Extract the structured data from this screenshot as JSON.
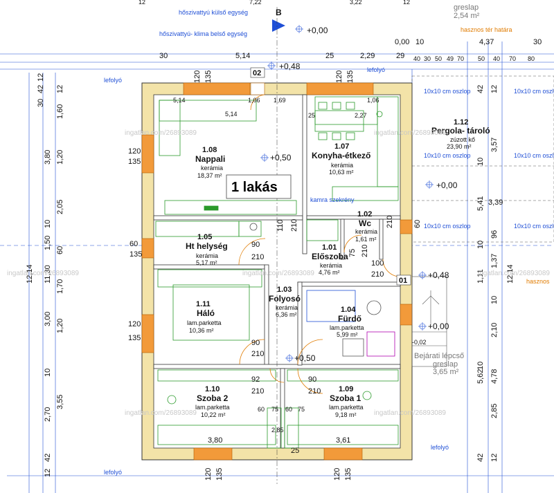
{
  "title": "1 lakás",
  "compass": "B",
  "rooms": [
    {
      "num": "1.08",
      "name": "Nappali",
      "mat": "kerámia",
      "area": "18,37 m²"
    },
    {
      "num": "1.07",
      "name": "Konyha-étkező",
      "mat": "kerámia",
      "area": "10,63 m²"
    },
    {
      "num": "1.05",
      "name": "Ht helység",
      "mat": "kerámia",
      "area": "5,17 m²"
    },
    {
      "num": "1.02",
      "name": "Wc",
      "mat": "kerámia",
      "area": "1,61 m²"
    },
    {
      "num": "1.01",
      "name": "Előszoba",
      "mat": "kerámia",
      "area": "4,76 m²"
    },
    {
      "num": "1.03",
      "name": "Folyosó",
      "mat": "kerámia",
      "area": "6,36 m²"
    },
    {
      "num": "1.04",
      "name": "Fürdő",
      "mat": "lam.parketta",
      "area": "5,99 m²"
    },
    {
      "num": "1.11",
      "name": "Háló",
      "mat": "lam.parketta",
      "area": "10,36 m²"
    },
    {
      "num": "1.10",
      "name": "Szoba 2",
      "mat": "lam.parketta",
      "area": "10,22 m²"
    },
    {
      "num": "1.09",
      "name": "Szoba 1",
      "mat": "lam.parketta",
      "area": "9,18 m²"
    },
    {
      "num": "1.12",
      "name": "Pergola- tároló",
      "mat": "zúzott kő",
      "area": "23,90 m²"
    }
  ],
  "labels": {
    "hoszivattyu_kulso": "hőszivattyú külső egység",
    "hoszivattyu_belso": "hőszivattyú- klima belső egység",
    "lefolyo": "lefolyó",
    "greslap": "greslap",
    "greslap_area_top": "2,54 m²",
    "hasznos_ter_hatara": "hasznos tér határa",
    "hasznos": "hasznos",
    "oszlop": "10x10 cm oszlop",
    "bejarati_lepcso": "Bejárati lépcső",
    "bejarati_greslap_area": "3,65 m²",
    "kamra": "kamra szekrény",
    "door_02": "02",
    "door_01": "01",
    "watermark": "ingatlan.com/26893089"
  },
  "elevations": [
    "+0,00",
    "+0,48",
    "+0,50",
    "+0,00",
    "+0,48",
    "+0,00",
    "+0,50",
    "-0,02"
  ],
  "dims_top": [
    "30",
    "5,14",
    "25",
    "2,29",
    "29",
    "0,00",
    "10",
    "4,37",
    "30",
    "40",
    "30",
    "50",
    "49",
    "70",
    "50",
    "40",
    "70",
    "80"
  ],
  "dims_top_small": [
    "12",
    "7,22",
    "3,22",
    "12",
    "1,20",
    "1,20",
    "5,14",
    "1,06",
    "1,69",
    "25",
    "2,27",
    "1,06"
  ],
  "dims_left": [
    "12",
    "42",
    "30",
    "1,60",
    "12",
    "3,80",
    "1,20",
    "2,05",
    "10",
    "1,50",
    "60",
    "12,14",
    "11,30",
    "1,70",
    "3,00",
    "1,20",
    "10",
    "2,70",
    "3,55",
    "42",
    "12"
  ],
  "dims_right": [
    "42",
    "12",
    "3,57",
    "10",
    "5,41",
    "96",
    "10",
    "1,37",
    "1,11",
    "3,39",
    "12,14",
    "10",
    "2,10",
    "5,62",
    "4,78",
    "10",
    "2,85",
    "42",
    "12"
  ],
  "dims_bottom": [
    "3,80",
    "25",
    "3,61",
    "120",
    "135",
    "120",
    "135",
    "60",
    "75",
    "60",
    "75",
    "2,85"
  ],
  "openings": [
    "120",
    "135",
    "120",
    "135",
    "60",
    "135",
    "120",
    "135",
    "120",
    "135",
    "110",
    "210",
    "90",
    "210",
    "75",
    "210",
    "100",
    "210",
    "90",
    "210",
    "92",
    "210",
    "90",
    "210",
    "60",
    "210"
  ]
}
